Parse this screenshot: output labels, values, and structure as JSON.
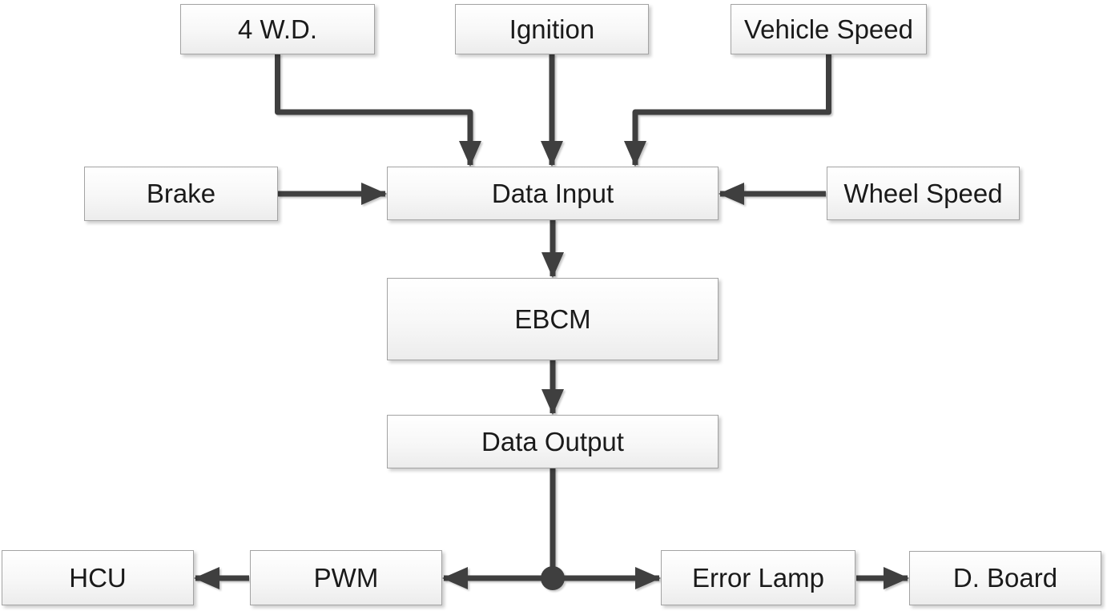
{
  "diagram": {
    "nodes": {
      "fwd": {
        "label": "4 W.D."
      },
      "ignition": {
        "label": "Ignition"
      },
      "vehicle_speed": {
        "label": "Vehicle Speed"
      },
      "brake": {
        "label": "Brake"
      },
      "data_input": {
        "label": "Data Input"
      },
      "wheel_speed": {
        "label": "Wheel Speed"
      },
      "ebcm": {
        "label": "EBCM"
      },
      "data_output": {
        "label": "Data Output"
      },
      "hcu": {
        "label": "HCU"
      },
      "pwm": {
        "label": "PWM"
      },
      "error_lamp": {
        "label": "Error Lamp"
      },
      "d_board": {
        "label": "D. Board"
      }
    },
    "edges": [
      {
        "from": "4 W.D.",
        "to": "Data Input"
      },
      {
        "from": "Ignition",
        "to": "Data Input"
      },
      {
        "from": "Vehicle Speed",
        "to": "Data Input"
      },
      {
        "from": "Brake",
        "to": "Data Input"
      },
      {
        "from": "Wheel Speed",
        "to": "Data Input"
      },
      {
        "from": "Data Input",
        "to": "EBCM"
      },
      {
        "from": "EBCM",
        "to": "Data Output"
      },
      {
        "from": "Data Output",
        "to": "PWM"
      },
      {
        "from": "Data Output",
        "to": "Error Lamp"
      },
      {
        "from": "PWM",
        "to": "HCU"
      },
      {
        "from": "Error Lamp",
        "to": "D. Board"
      }
    ],
    "colors": {
      "arrow": "#3f3f3f",
      "box_border": "#a3a3a3",
      "box_fill_top": "#ffffff",
      "box_fill_bottom": "#ececec",
      "text": "#1a1a1a",
      "background": "#ffffff"
    }
  }
}
